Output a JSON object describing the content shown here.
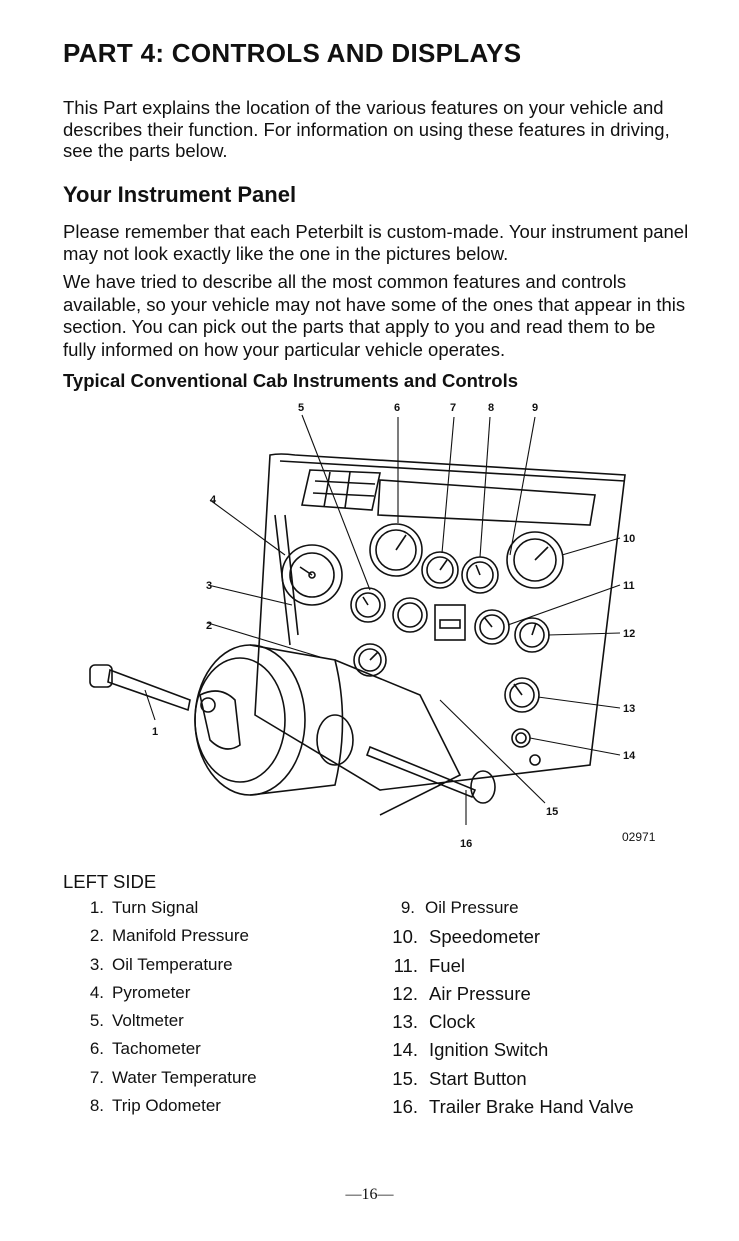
{
  "title": "PART 4:  CONTROLS AND DISPLAYS",
  "intro": "This Part explains the location of the various features on your vehicle and describes their function.  For information on using these features in driving, see the parts below.",
  "section_title": "Your Instrument Panel",
  "para1": "Please remember that each Peterbilt is custom-made.  Your instrument panel may not look exactly like the one in the pictures below.",
  "para2": "We have tried to describe all the most common features and controls available, so your vehicle may not have some of the ones that appear in this section.  You can pick out the parts that apply to you and read them to be fully informed on how your particular vehicle operates.",
  "figure_title": "Typical Conventional Cab Instruments and Controls",
  "figure_number": "02971",
  "callouts": [
    "1",
    "2",
    "3",
    "4",
    "5",
    "6",
    "7",
    "8",
    "9",
    "10",
    "11",
    "12",
    "13",
    "14",
    "15",
    "16"
  ],
  "side_label": "LEFT SIDE",
  "left_items": [
    {
      "num": "1.",
      "label": "Turn Signal"
    },
    {
      "num": "2.",
      "label": "Manifold Pressure"
    },
    {
      "num": "3.",
      "label": "Oil Temperature"
    },
    {
      "num": "4.",
      "label": "Pyrometer"
    },
    {
      "num": "5.",
      "label": "Voltmeter"
    },
    {
      "num": "6.",
      "label": "Tachometer"
    },
    {
      "num": "7.",
      "label": "Water Temperature"
    },
    {
      "num": "8.",
      "label": "Trip Odometer"
    }
  ],
  "right_items": [
    {
      "num": "9.",
      "label": "Oil Pressure"
    },
    {
      "num": "10.",
      "label": "Speedometer"
    },
    {
      "num": "11.",
      "label": "Fuel"
    },
    {
      "num": "12.",
      "label": "Air Pressure"
    },
    {
      "num": "13.",
      "label": "Clock"
    },
    {
      "num": "14.",
      "label": "Ignition Switch"
    },
    {
      "num": "15.",
      "label": "Start Button"
    },
    {
      "num": "16.",
      "label": "Trailer Brake Hand Valve"
    }
  ],
  "page_number": "—16—"
}
